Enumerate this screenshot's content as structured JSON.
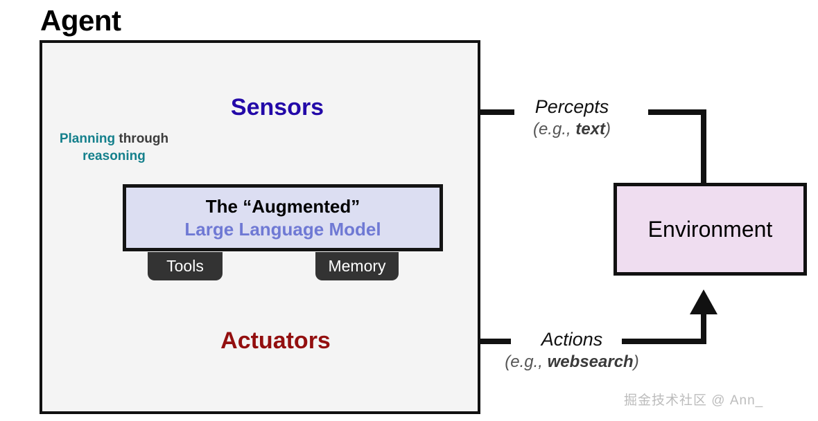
{
  "diagram": {
    "title": "Agent",
    "agent_frame": {
      "sensors_label": "Sensors",
      "actuators_label": "Actuators",
      "planning": {
        "highlight_1": "Planning",
        "plain": " through",
        "highlight_2": "reasoning"
      },
      "llm_box": {
        "line1": "The “Augmented”",
        "line2": "Large Language Model"
      },
      "tabs": [
        {
          "label": "Tools"
        },
        {
          "label": "Memory"
        }
      ]
    },
    "environment": {
      "label": "Environment"
    },
    "edges": {
      "percepts": {
        "main": "Percepts",
        "sub_prefix": "(e.g., ",
        "sub_bold": "text",
        "sub_suffix": ")"
      },
      "actions": {
        "main": "Actions",
        "sub_prefix": "(e.g., ",
        "sub_bold": "websearch",
        "sub_suffix": ")"
      }
    },
    "watermark": "掘金技术社区 @ Ann_",
    "colors": {
      "sensors": "#2309a8",
      "actuators": "#930f0f",
      "planning_accent": "#15808c",
      "llm_accent": "#6f79d4",
      "llm_box_fill": "#dcdef2",
      "environment_fill": "#efddf0",
      "agent_fill": "#f4f4f4",
      "tab_fill": "#333333",
      "stroke": "#111111"
    }
  }
}
